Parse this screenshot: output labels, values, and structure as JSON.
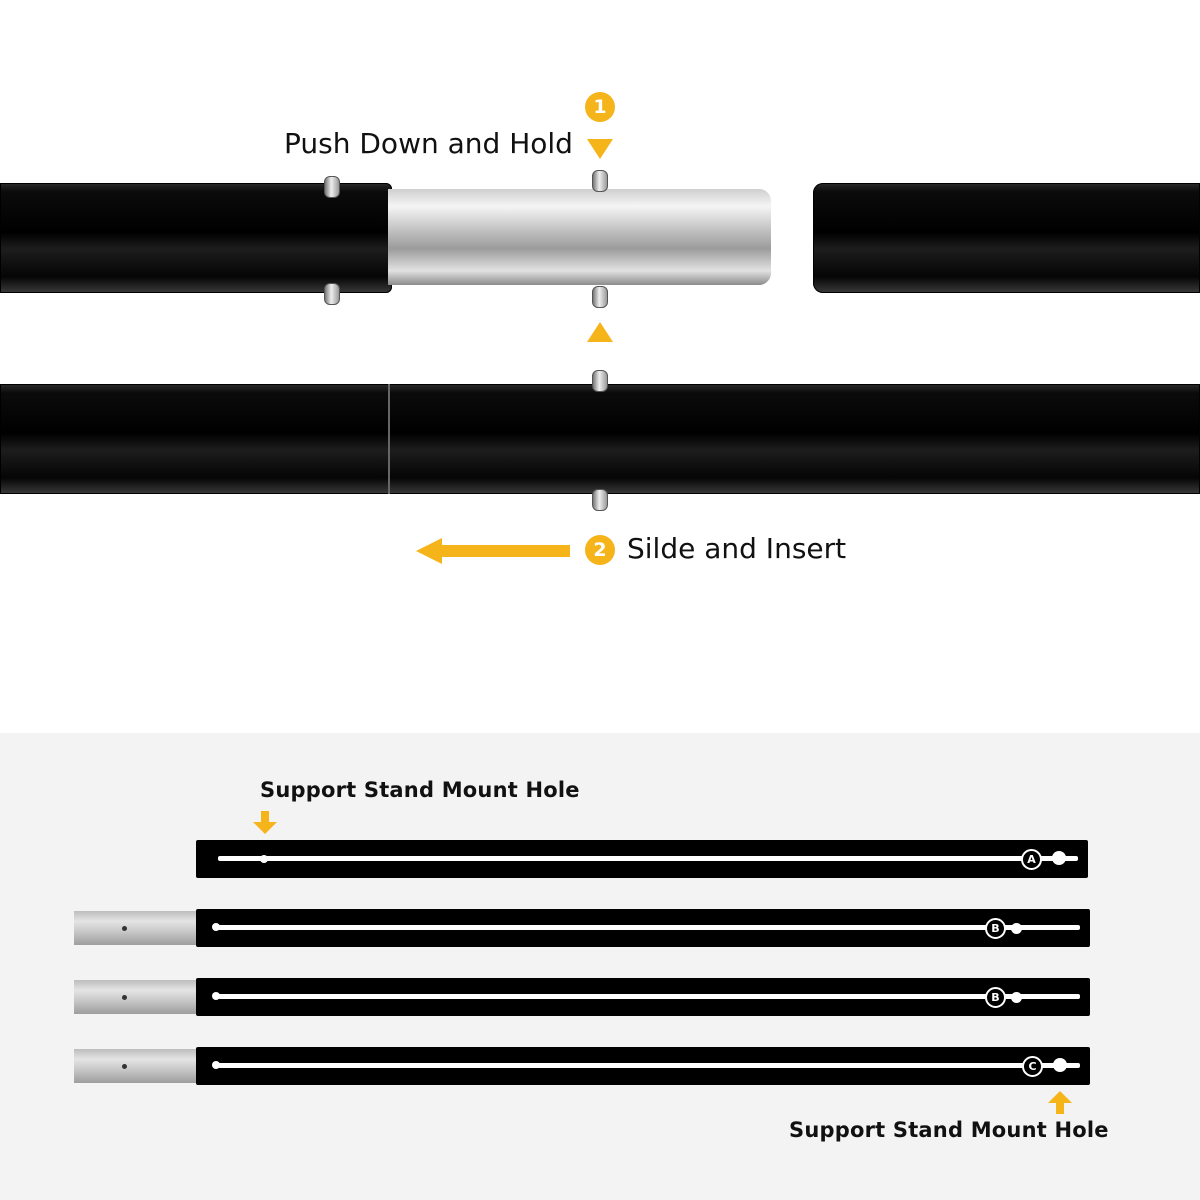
{
  "accent_color": "#f5b41a",
  "steps": [
    {
      "number": "1",
      "label": "Push Down and Hold"
    },
    {
      "number": "2",
      "label": "Silde and Insert"
    }
  ],
  "mount_hole": {
    "top_label": "Support Stand Mount Hole",
    "bottom_label": "Support Stand Mount Hole"
  },
  "poles": [
    {
      "letter": "A",
      "has_insert": false
    },
    {
      "letter": "B",
      "has_insert": true
    },
    {
      "letter": "B",
      "has_insert": true
    },
    {
      "letter": "C",
      "has_insert": true
    }
  ],
  "icons": {
    "down_arrow": "arrow-down-icon",
    "up_arrow": "arrow-up-icon",
    "left_arrow": "arrow-left-icon"
  }
}
